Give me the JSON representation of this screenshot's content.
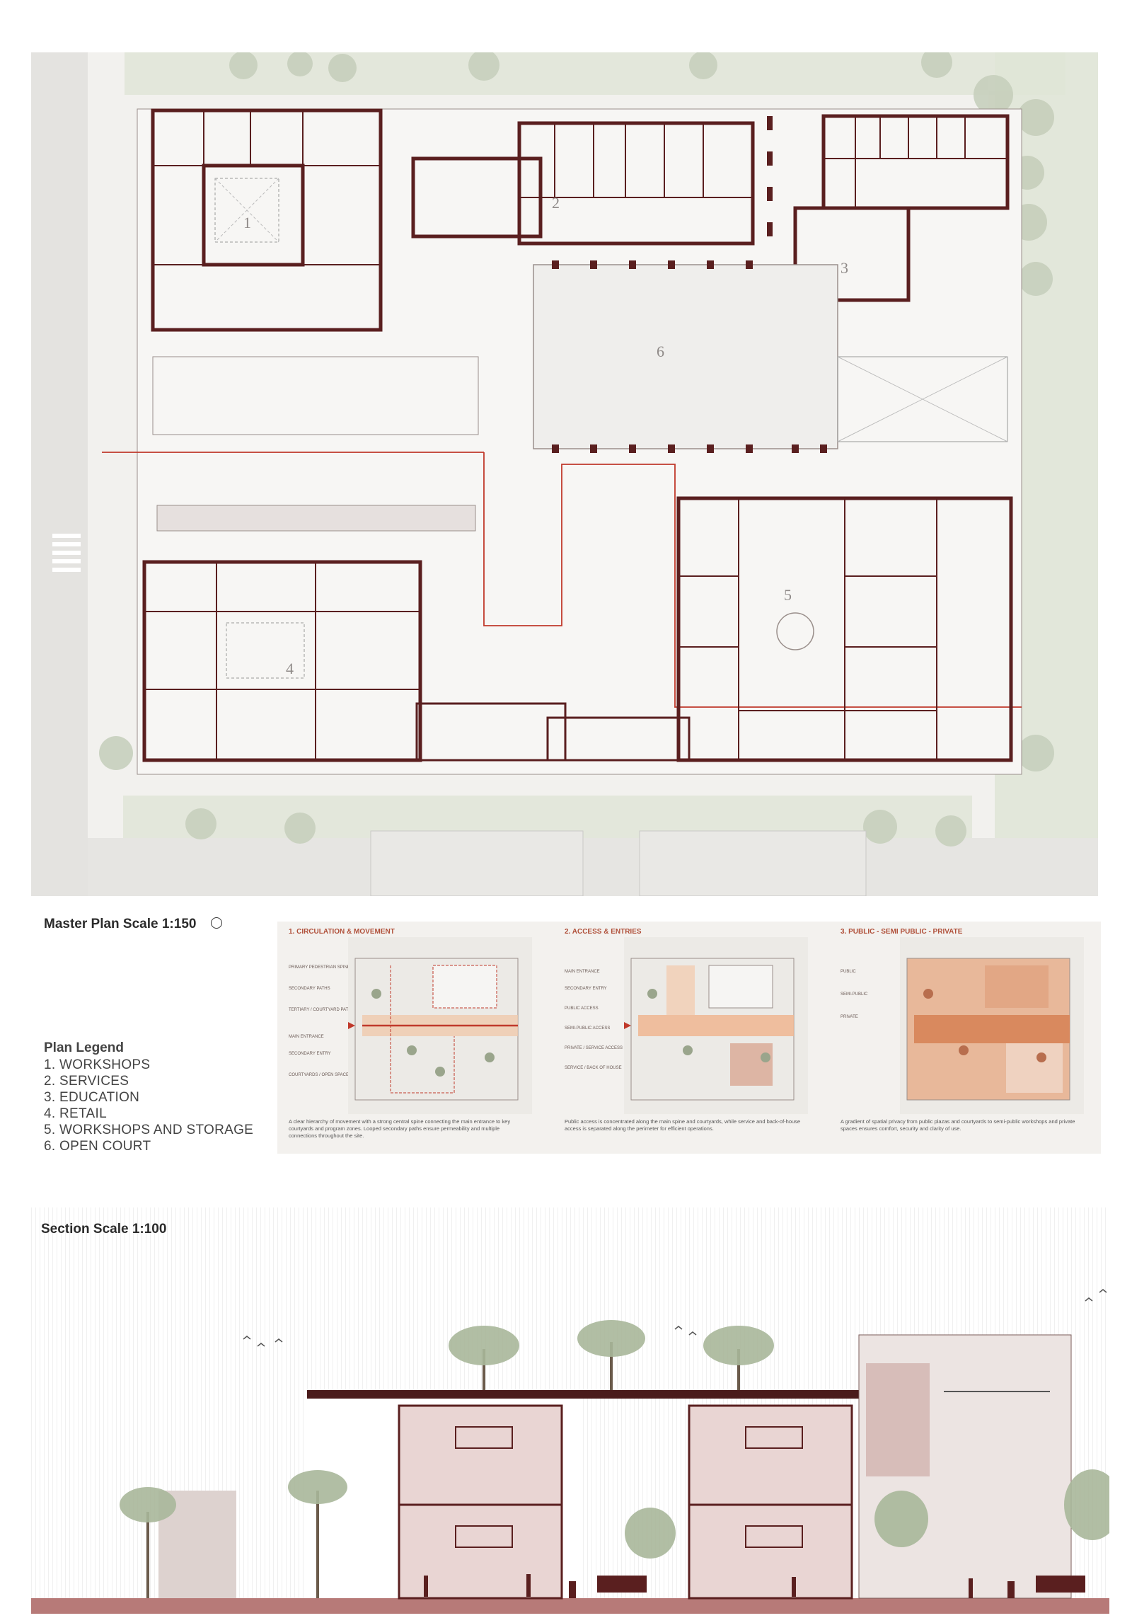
{
  "master_plan": {
    "title": "Master Plan Scale 1:150",
    "zone_numbers": [
      "1",
      "2",
      "3",
      "4",
      "5",
      "6"
    ]
  },
  "legend": {
    "heading": "Plan Legend",
    "items": [
      "1. WORKSHOPS",
      "2. SERVICES",
      "3. EDUCATION",
      "4. RETAIL",
      "5. WORKSHOPS AND STORAGE",
      "6. OPEN COURT"
    ]
  },
  "diagrams": [
    {
      "title": "1. CIRCULATION & MOVEMENT",
      "keys": [
        "PRIMARY PEDESTRIAN SPINE",
        "SECONDARY PATHS",
        "TERTIARY / COURTYARD PATHS",
        "MAIN ENTRANCE",
        "SECONDARY ENTRY",
        "COURTYARDS / OPEN SPACES"
      ],
      "caption": "A clear hierarchy of movement with a strong central spine connecting the main entrance to key courtyards and program zones. Looped secondary paths ensure permeability and multiple connections throughout the site."
    },
    {
      "title": "2. ACCESS & ENTRIES",
      "keys": [
        "MAIN ENTRANCE",
        "SECONDARY ENTRY",
        "PUBLIC ACCESS",
        "SEMI-PUBLIC ACCESS",
        "PRIVATE / SERVICE ACCESS",
        "SERVICE / BACK OF HOUSE"
      ],
      "caption": "Public access is concentrated along the main spine and courtyards, while service and back-of-house access is separated along the perimeter for efficient operations."
    },
    {
      "title": "3. PUBLIC - SEMI PUBLIC - PRIVATE",
      "keys": [
        "PUBLIC",
        "SEMI-PUBLIC",
        "PRIVATE"
      ],
      "caption": "A gradient of spatial privacy from public plazas and courtyards to semi-public workshops and private spaces ensures comfort, security and clarity of use."
    }
  ],
  "section": {
    "title": "Section Scale 1:100"
  },
  "colors": {
    "wall": "#5a1f1f",
    "accent_red": "#c0392b",
    "ground": "#b77a78",
    "landscape": "#dfe5d6",
    "section_fill": "#e9d5d3",
    "diagram_orange": "#d9895e"
  }
}
